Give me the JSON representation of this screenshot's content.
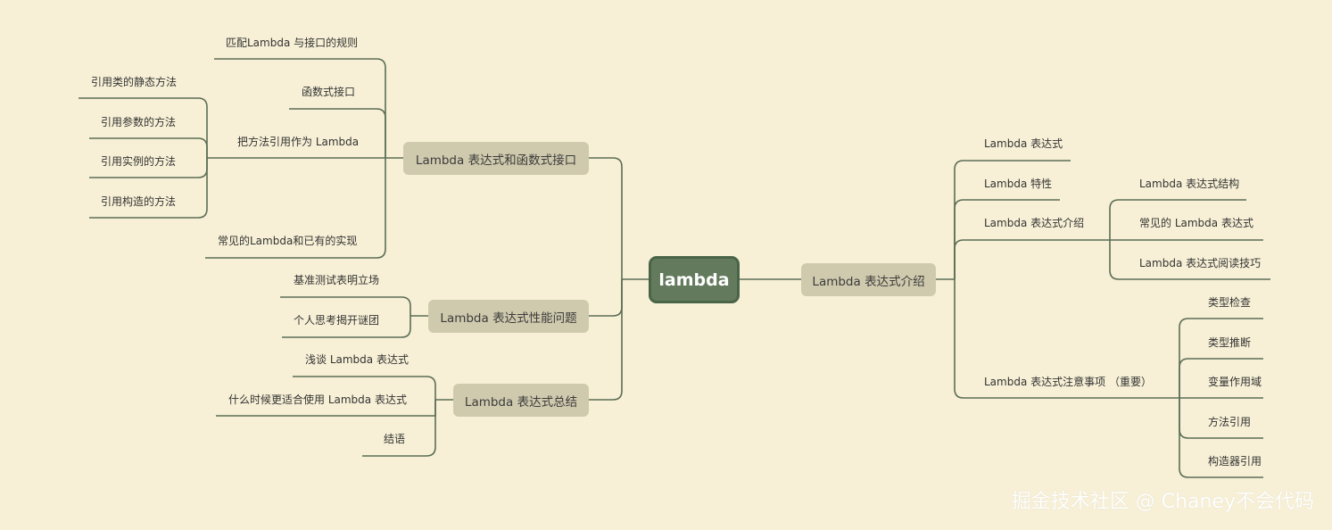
{
  "mindmap": {
    "root": "lambda",
    "left": {
      "branch1": {
        "label": "Lambda 表达式和函数式接口",
        "items": [
          "匹配Lambda 与接口的规则",
          "函数式接口",
          "把方法引用作为 Lambda",
          "常见的Lambda和已有的实现"
        ],
        "method_refs": [
          "引用类的静态方法",
          "引用参数的方法",
          "引用实例的方法",
          "引用构造的方法"
        ]
      },
      "branch2": {
        "label": "Lambda 表达式性能问题",
        "items": [
          "基准测试表明立场",
          "个人思考揭开谜团"
        ]
      },
      "branch3": {
        "label": "Lambda 表达式总结",
        "items": [
          "浅谈 Lambda 表达式",
          "什么时候更适合使用 Lambda 表达式",
          "结语"
        ]
      }
    },
    "right": {
      "branch": {
        "label": "Lambda 表达式介绍",
        "items": [
          "Lambda 表达式",
          "Lambda 特性",
          "Lambda 表达式介绍",
          "Lambda 表达式注意事项 （重要）"
        ],
        "intro_sub": [
          "Lambda 表达式结构",
          "常见的 Lambda 表达式",
          "Lambda 表达式阅读技巧"
        ],
        "notes_sub": [
          "类型检查",
          "类型推断",
          "变量作用域",
          "方法引用",
          "构造器引用"
        ]
      }
    }
  },
  "watermark": "掘金技术社区 @ Chaney不会代码",
  "colors": {
    "background": "#f7f0d6",
    "line": "#5b6e55",
    "root_fill": "#637a5d",
    "node_fill": "#cfcaad"
  }
}
